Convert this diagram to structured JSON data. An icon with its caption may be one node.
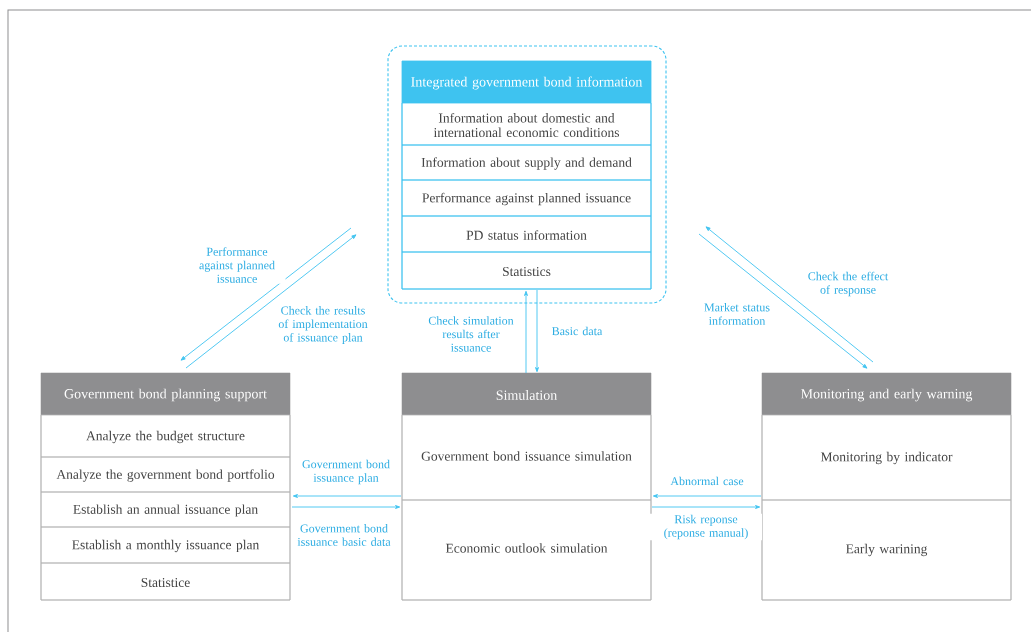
{
  "diagram": {
    "nodes": [
      {
        "text": [],
        "shape": "box"
      },
      {
        "text": [
          "Integrated government bond information"
        ],
        "in": 0
      },
      {
        "text": [
          "Information about domestic and international economic conditions"
        ],
        "in": 1
      },
      {
        "text": [
          "Information about supply and demand"
        ],
        "in": 1
      },
      {
        "text": [
          "Performance against planned issuance"
        ],
        "in": 1
      },
      {
        "text": [
          "PD status information"
        ],
        "in": 1
      },
      {
        "text": [
          "Statistics"
        ],
        "in": 1
      },
      {
        "text": [
          "Government bond planning support"
        ]
      },
      {
        "text": [
          "Analyze the budget structure"
        ],
        "in": 7
      },
      {
        "text": [
          "Analyze the government bond portfolio"
        ],
        "in": 7
      },
      {
        "text": [
          "Establish an annual issuance plan"
        ],
        "in": 7
      },
      {
        "text": [
          "Establish a monthly issuance plan"
        ],
        "in": 7
      },
      {
        "text": [
          "Statistice"
        ],
        "in": 7
      },
      {
        "text": [
          "Simulation"
        ]
      },
      {
        "text": [
          "Government bond issuance simulation"
        ],
        "in": 13
      },
      {
        "text": [
          "Economic outlook simulation"
        ],
        "in": 13
      },
      {
        "text": [
          "Monitoring and early warning"
        ]
      },
      {
        "text": [
          "Monitoring by indicator"
        ],
        "in": 16
      },
      {
        "text": [
          "Early warining"
        ],
        "in": 16
      }
    ],
    "edges": [
      {
        "from": 0,
        "to": 7,
        "arrow": "to",
        "label": "Performance against planned issuance"
      },
      {
        "from": 7,
        "to": 0,
        "arrow": "to",
        "label": "Check the results of implementation of issuance plan"
      },
      {
        "from": 13,
        "to": 1,
        "arrow": "to",
        "label": "Check simulation results after issuance"
      },
      {
        "from": 1,
        "to": 13,
        "arrow": "to",
        "label": "Basic data"
      },
      {
        "from": 0,
        "to": 16,
        "arrow": "to",
        "label": "Market status information"
      },
      {
        "from": 16,
        "to": 0,
        "arrow": "to",
        "label": "Check the effect of response"
      },
      {
        "from": 13,
        "to": 7,
        "arrow": "to",
        "label": "Government bond issuance plan"
      },
      {
        "from": 7,
        "to": 13,
        "arrow": "to",
        "label": "Government bond issuance basic data"
      },
      {
        "from": 16,
        "to": 13,
        "arrow": "to",
        "label": "Abnormal case"
      },
      {
        "from": 13,
        "to": 16,
        "arrow": "to",
        "label": "Risk reponse (reponse manual)"
      }
    ]
  }
}
